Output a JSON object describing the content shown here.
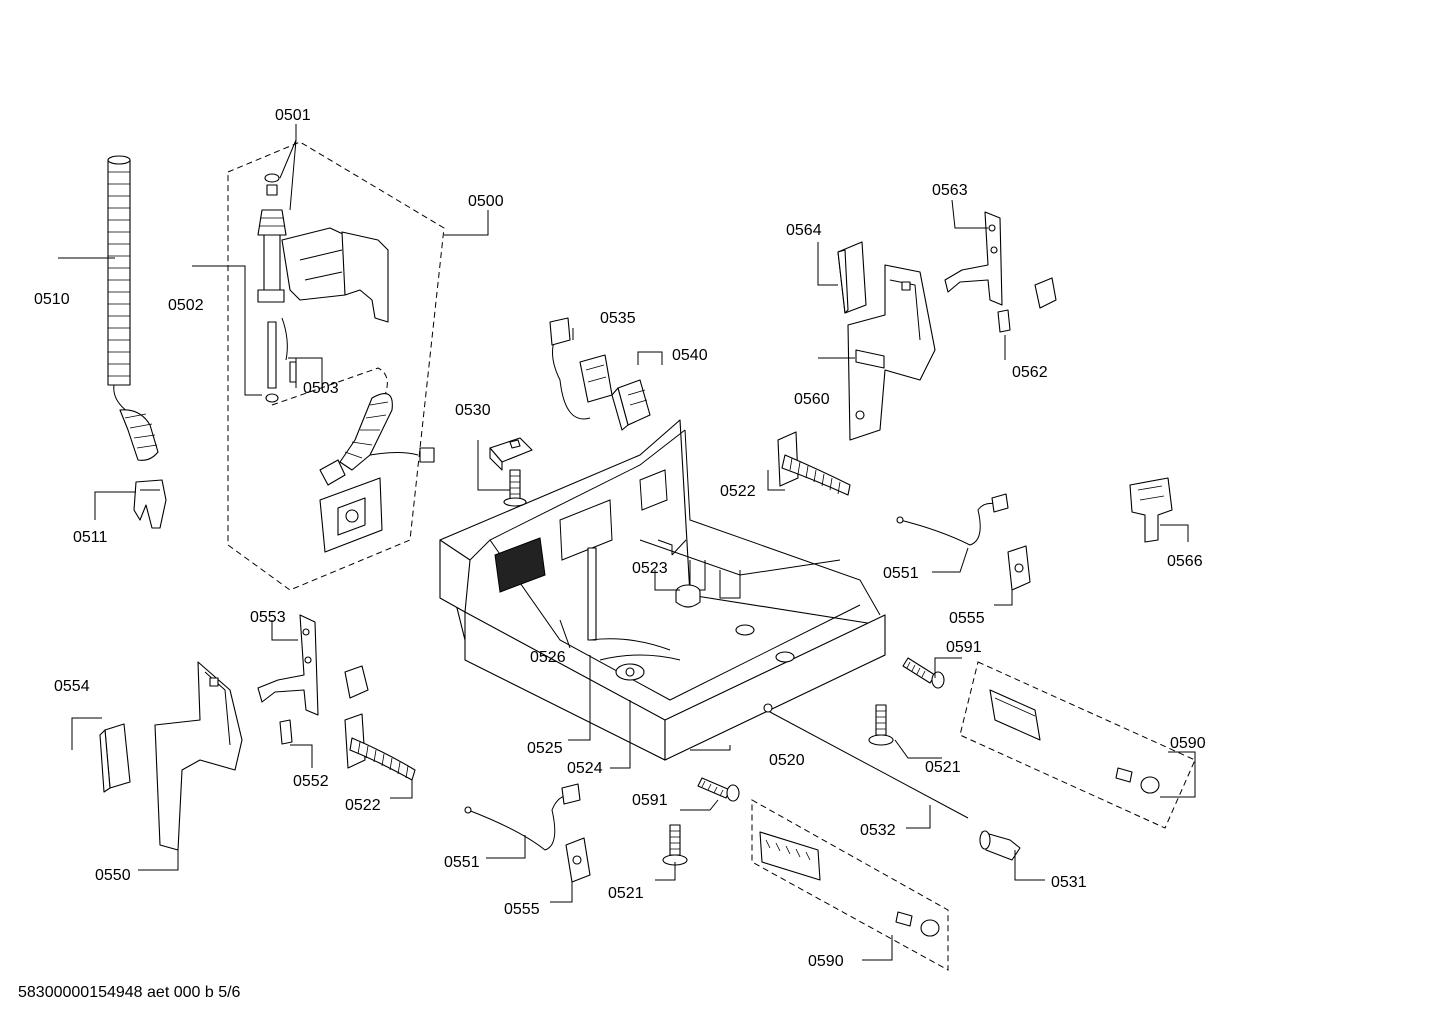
{
  "footer_code": "58300000154948 aet 000 b 5/6",
  "labels": {
    "l0500": "0500",
    "l0501": "0501",
    "l0502": "0502",
    "l0503": "0503",
    "l0510": "0510",
    "l0511": "0511",
    "l0520": "0520",
    "l0521a": "0521",
    "l0521b": "0521",
    "l0522a": "0522",
    "l0522b": "0522",
    "l0523": "0523",
    "l0524": "0524",
    "l0525": "0525",
    "l0526": "0526",
    "l0530": "0530",
    "l0531": "0531",
    "l0532": "0532",
    "l0535": "0535",
    "l0540": "0540",
    "l0550": "0550",
    "l0551a": "0551",
    "l0551b": "0551",
    "l0552": "0552",
    "l0553": "0553",
    "l0554": "0554",
    "l0555a": "0555",
    "l0555b": "0555",
    "l0560": "0560",
    "l0562": "0562",
    "l0563": "0563",
    "l0564": "0564",
    "l0566": "0566",
    "l0590a": "0590",
    "l0590b": "0590",
    "l0591a": "0591",
    "l0591b": "0591"
  }
}
